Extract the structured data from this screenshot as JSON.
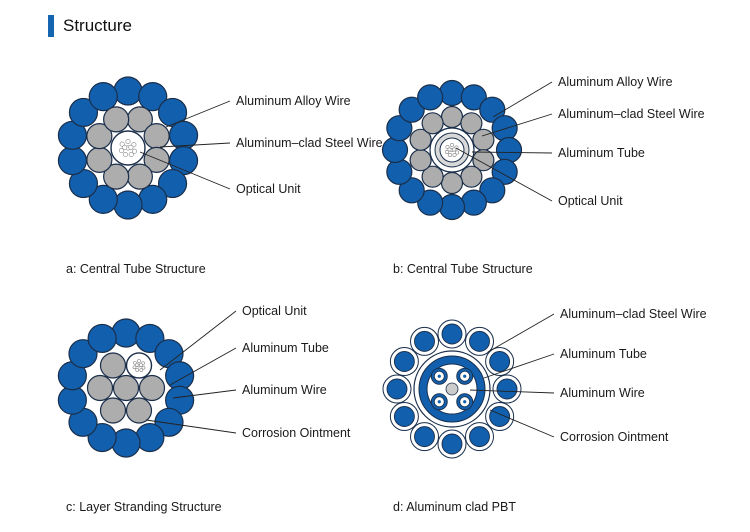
{
  "header": {
    "title": "Structure"
  },
  "colors": {
    "accent": "#1565b0",
    "blue_wire": "#1260ad",
    "grey_wire": "#adadad",
    "outline": "#1a2e4a"
  },
  "panels": {
    "a": {
      "caption": "a: Central Tube Structure",
      "labels": [
        "Aluminum Alloy Wire",
        "Aluminum–clad Steel Wire",
        "Optical Unit"
      ]
    },
    "b": {
      "caption": "b: Central Tube Structure",
      "labels": [
        "Aluminum Alloy Wire",
        "Aluminum–clad Steel Wire",
        "Aluminum Tube",
        "Optical Unit"
      ]
    },
    "c": {
      "caption": "c: Layer Stranding Structure",
      "labels": [
        "Optical Unit",
        "Aluminum Tube",
        "Aluminum Wire",
        "Corrosion Ointment"
      ]
    },
    "d": {
      "caption": "d: Aluminum clad PBT",
      "labels": [
        "Aluminum–clad Steel Wire",
        "Aluminum Tube",
        "Aluminum Wire",
        "Corrosion Ointment"
      ]
    }
  }
}
